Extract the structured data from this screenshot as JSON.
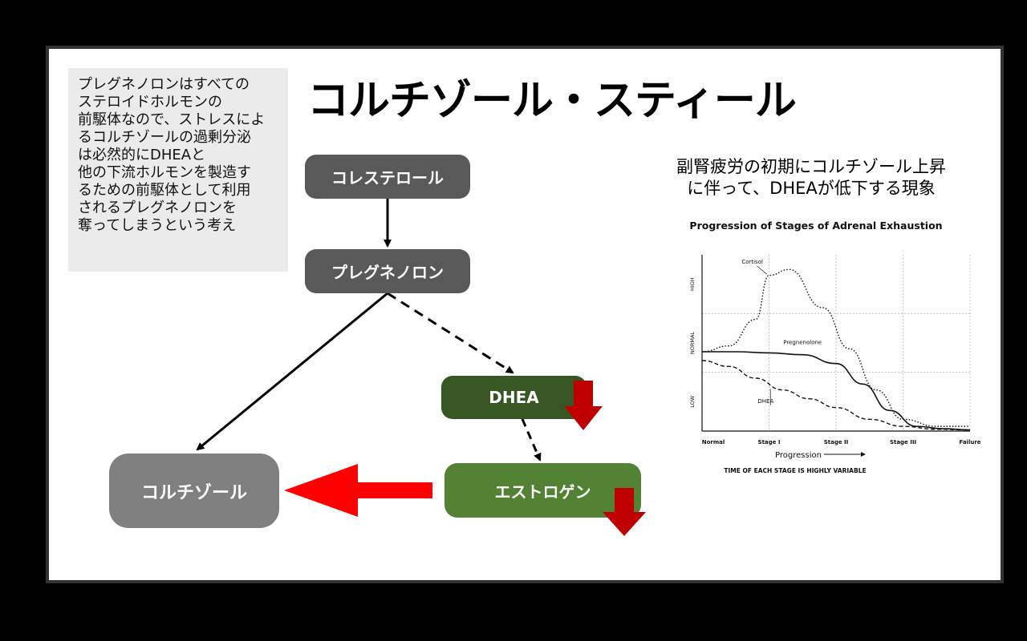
{
  "slide": {
    "title": "コルチゾール・スティール",
    "note_lines": [
      "プレグネノロンはすべての",
      "ステロイドホルモンの",
      "前駆体なので、ストレスによ",
      "るコルチゾールの過剰分泌",
      "は必然的にDHEAと",
      "他の下流ホルモンを製造す",
      "るための前駆体として利用",
      "されるプレグネノロンを",
      "奪ってしまうという考え"
    ]
  },
  "diagram": {
    "nodes": {
      "cholesterol": "コレステロール",
      "pregnenolone": "プレグネノロン",
      "dhea": "DHEA",
      "estrogen": "エストロゲン",
      "cortisol": "コルチゾール"
    },
    "colors": {
      "gray_node": "#595959",
      "cortisol_node": "#808080",
      "dhea_node": "#375623",
      "estrogen_node": "#548235",
      "big_arrow": "#ff0000",
      "down_arrow": "#c00000"
    }
  },
  "chart_caption": {
    "line1": "副腎疲労の初期にコルチゾール上昇",
    "line2": "に伴って、DHEAが低下する現象"
  },
  "chart_data": {
    "type": "line",
    "title": "Progression of Stages of Adrenal Exhaustion",
    "xlabel": "Progression",
    "footnote": "TIME OF EACH STAGE IS HIGHLY VARIABLE",
    "x_categories": [
      "Normal",
      "Stage I",
      "Stage II",
      "Stage III",
      "Failure"
    ],
    "y_levels": [
      "LOW",
      "NORMAL",
      "HIGH"
    ],
    "xlim": [
      0,
      4
    ],
    "ylim": [
      0,
      3
    ],
    "grid": true,
    "series": [
      {
        "name": "Cortisol",
        "style": "dotted",
        "x": [
          0,
          0.4,
          0.8,
          1.0,
          1.3,
          1.8,
          2.2,
          2.6,
          3.0,
          3.5,
          4.0
        ],
        "y": [
          1.35,
          1.45,
          1.9,
          2.65,
          2.75,
          2.1,
          1.4,
          0.7,
          0.2,
          0.08,
          0.08
        ]
      },
      {
        "name": "Pregnenolone",
        "style": "solid",
        "x": [
          0,
          0.5,
          1.0,
          1.5,
          2.0,
          2.4,
          2.8,
          3.2,
          3.6,
          4.0
        ],
        "y": [
          1.35,
          1.35,
          1.33,
          1.3,
          1.15,
          0.8,
          0.35,
          0.08,
          0.04,
          0.02
        ],
        "label_visible_text": "Pregnenolone"
      },
      {
        "name": "DHEA",
        "style": "dashed",
        "x": [
          0,
          0.4,
          0.8,
          1.2,
          1.6,
          2.0,
          2.5,
          3.0,
          3.5,
          4.0
        ],
        "y": [
          1.2,
          1.1,
          0.9,
          0.7,
          0.55,
          0.4,
          0.2,
          0.08,
          0.03,
          0.02
        ]
      }
    ]
  }
}
